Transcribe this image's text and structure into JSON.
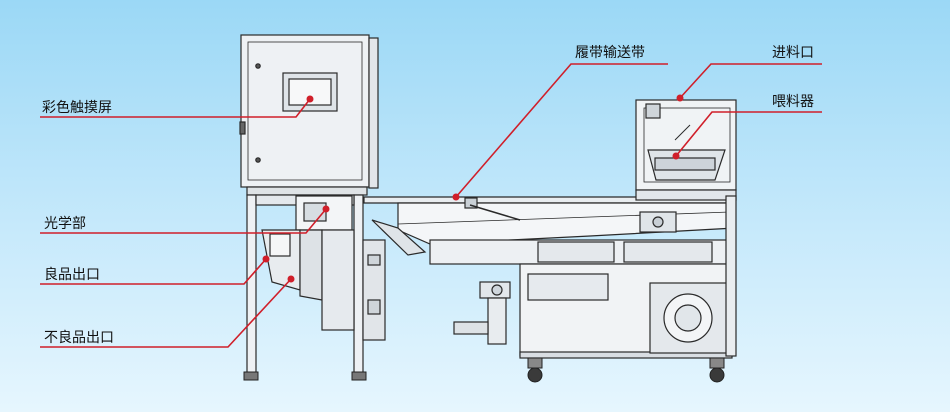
{
  "labels": {
    "touchscreen": "彩色触摸屏",
    "optics": "光学部",
    "good_outlet": "良品出口",
    "reject_outlet": "不良品出口",
    "conveyor": "履带输送带",
    "inlet": "进料口",
    "feeder": "喂料器"
  },
  "colors": {
    "background_top": "#9bd8f6",
    "callout_line": "#d01f2a",
    "machine_stroke": "#2a2a2a",
    "machine_fill": "#eef1f4"
  }
}
